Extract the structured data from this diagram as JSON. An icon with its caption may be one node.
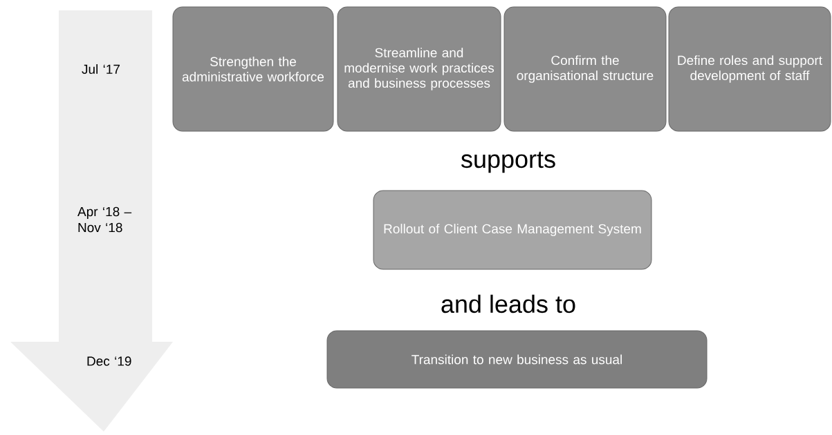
{
  "diagram": {
    "nodes": [
      {
        "text": [
          "Jul ‘17",
          "Apr ‘18 – Nov ‘18",
          "Dec ‘19"
        ]
      },
      {
        "text": [
          "Strengthen the administrative workforce"
        ]
      },
      {
        "text": [
          "Streamline and modernise work practices and business processes"
        ]
      },
      {
        "text": [
          "Confirm the organisational structure"
        ]
      },
      {
        "text": [
          "Define roles and support development of staff"
        ]
      },
      {
        "text": [
          "Rollout of Client Case Management System"
        ]
      },
      {
        "text": [
          "Transition to new business as usual"
        ]
      }
    ],
    "labels": [
      "supports",
      "and leads to"
    ]
  }
}
